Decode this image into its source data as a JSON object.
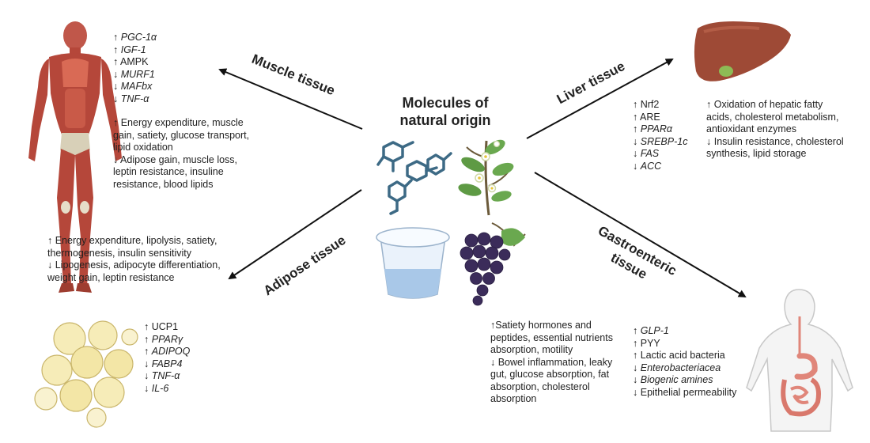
{
  "center": {
    "title_line1": "Molecules of",
    "title_line2": "natural origin"
  },
  "colors": {
    "muscle": "#b5473a",
    "muscle_light": "#d96a55",
    "liver": "#9e4a36",
    "gallbladder": "#8dbb55",
    "leaf": "#6aa84f",
    "grape": "#3b2c5a",
    "molecule": "#3d6a85",
    "yogurt": "#a9c8e8",
    "fat": "#f3e6a6",
    "gut": "#e0867a"
  },
  "muscle": {
    "label": "Muscle tissue",
    "markers": [
      {
        "arrow": "↑",
        "name": "PGC-1α",
        "italic": true
      },
      {
        "arrow": "↑",
        "name": "IGF-1",
        "italic": true
      },
      {
        "arrow": "↑",
        "name": "AMPK",
        "italic": false
      },
      {
        "arrow": "↓",
        "name": "MURF1",
        "italic": true
      },
      {
        "arrow": "↓",
        "name": "MAFbx",
        "italic": true
      },
      {
        "arrow": "↓",
        "name": "TNF-α",
        "italic": true
      }
    ],
    "effects_up": "↑  Energy expenditure, muscle gain, satiety, glucose transport, lipid oxidation",
    "effects_down": "↓  Adipose gain, muscle loss, leptin resistance, insuline resistance, blood lipids"
  },
  "liver": {
    "label": "Liver tissue",
    "markers": [
      {
        "arrow": "↑",
        "name": "Nrf2",
        "italic": false
      },
      {
        "arrow": "↑",
        "name": "ARE",
        "italic": false
      },
      {
        "arrow": "↑",
        "name": "PPARα",
        "italic": true
      },
      {
        "arrow": "↓",
        "name": "SREBP-1c",
        "italic": true
      },
      {
        "arrow": "↓",
        "name": "FAS",
        "italic": true
      },
      {
        "arrow": "↓",
        "name": "ACC",
        "italic": true
      }
    ],
    "effects_up": "↑  Oxidation of hepatic fatty acids, cholesterol metabolism, antioxidant enzymes",
    "effects_down": "↓  Insulin resistance, cholesterol synthesis, lipid storage"
  },
  "adipose": {
    "label": "Adipose tissue",
    "effects_up": "↑  Energy expenditure, lipolysis, satiety, thermogenesis, insulin sensitivity",
    "effects_down": "↓  Lipogenesis, adipocyte differentiation, weight gain, leptin resistance",
    "markers": [
      {
        "arrow": "↑",
        "name": "UCP1",
        "italic": false
      },
      {
        "arrow": "↑",
        "name": "PPARγ",
        "italic": true
      },
      {
        "arrow": "↑",
        "name": "ADIPOQ",
        "italic": true
      },
      {
        "arrow": "↓",
        "name": "FABP4",
        "italic": true
      },
      {
        "arrow": "↓",
        "name": "TNF-α",
        "italic": true
      },
      {
        "arrow": "↓",
        "name": "IL-6",
        "italic": true
      }
    ]
  },
  "gastro": {
    "label_line1": "Gastroenteric",
    "label_line2": "tissue",
    "effects_up": "↑Satiety hormones and peptides, essential nutrients absorption, motility",
    "effects_down": "↓  Bowel inflammation, leaky gut, glucose absorption, fat absorption, cholesterol absorption",
    "markers": [
      {
        "arrow": "↑",
        "name": "GLP-1",
        "italic": true
      },
      {
        "arrow": "↑",
        "name": "PYY",
        "italic": false
      },
      {
        "arrow": "↑",
        "name": "Lactic acid bacteria",
        "italic": false
      },
      {
        "arrow": "↓",
        "name": "Enterobacteriacea",
        "italic": true
      },
      {
        "arrow": "↓",
        "name": "Biogenic amines",
        "italic": true
      },
      {
        "arrow": "↓",
        "name": "Epithelial permeability",
        "italic": false
      }
    ]
  }
}
